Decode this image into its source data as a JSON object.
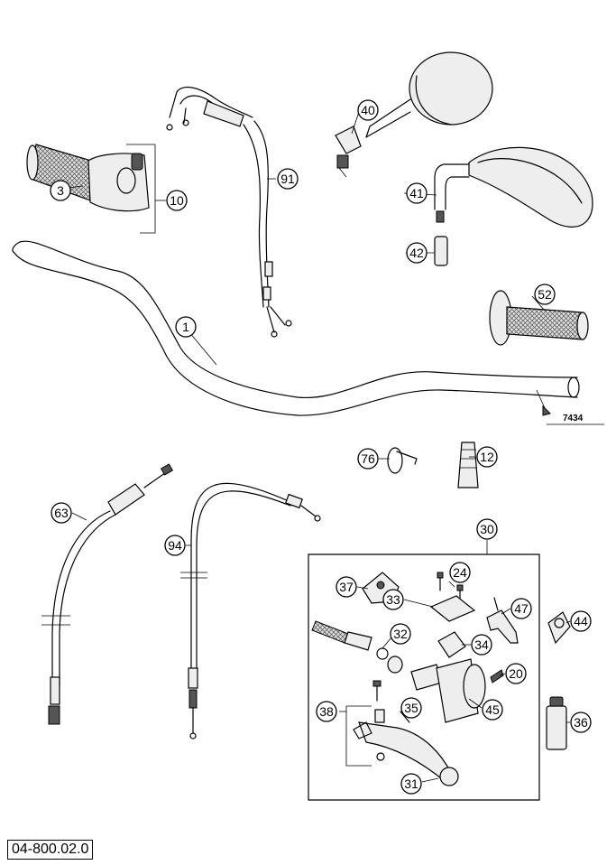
{
  "drawing_number": "04-800.02.0",
  "reference_label": "7434",
  "callouts": [
    "1",
    "3",
    "10",
    "91",
    "40",
    "41",
    "42",
    "52",
    "76",
    "12",
    "63",
    "94",
    "30",
    "37",
    "24",
    "33",
    "47",
    "32",
    "34",
    "44",
    "20",
    "38",
    "35",
    "45",
    "36",
    "31"
  ]
}
